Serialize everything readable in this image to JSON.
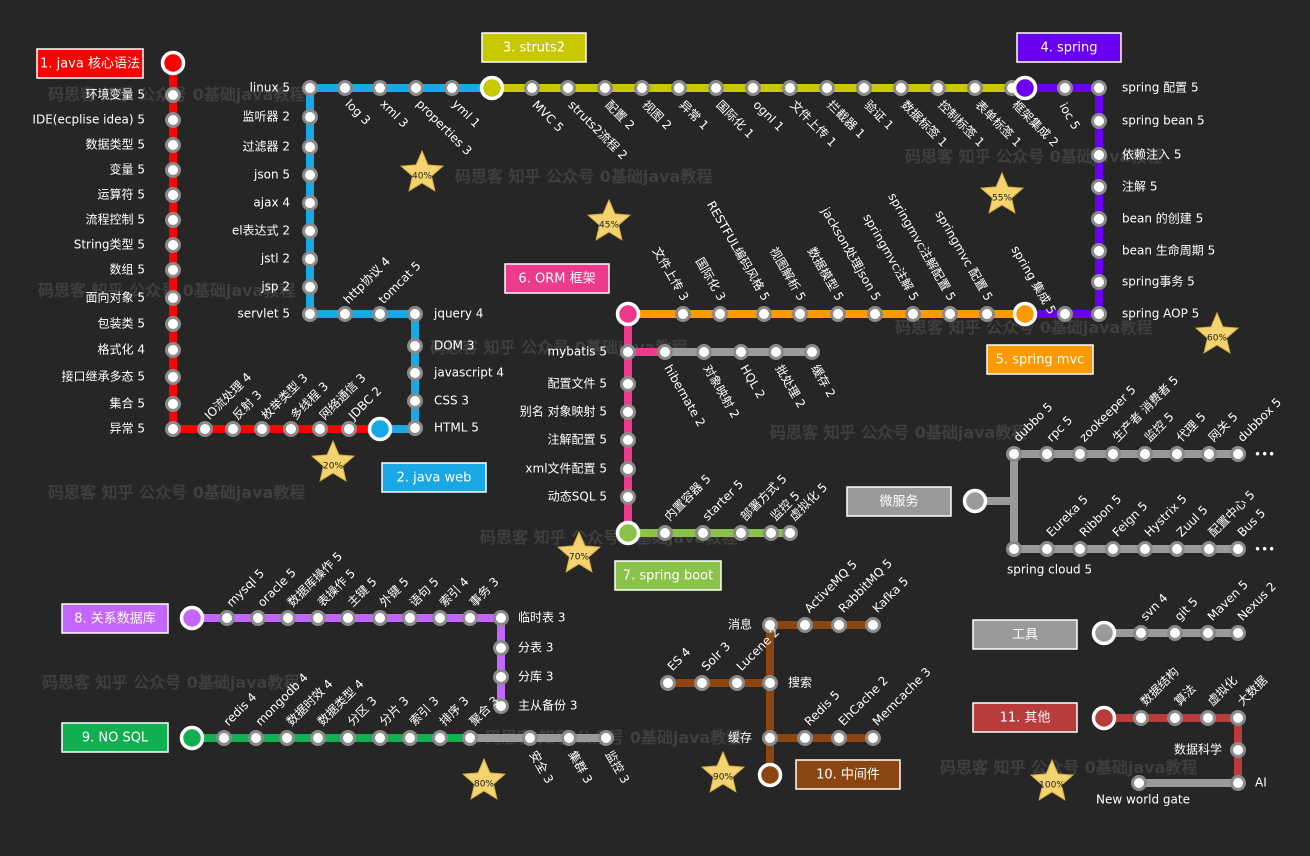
{
  "watermark": "码思客 知乎 公众号 0基础java教程",
  "more_glyph": "•••",
  "lines": [
    {
      "id": "java",
      "label": "1. java 核心语法",
      "color": "#ff0000",
      "text_color": "#ffffff",
      "stations": [
        "环境变量 5",
        "IDE(ecplise idea) 5",
        "数据类型 5",
        "变量 5",
        "运算符 5",
        "流程控制 5",
        "String类型 5",
        "数组 5",
        "面向对象 5",
        "包装类 5",
        "格式化 4",
        "接口继承多态 5",
        "集合 5",
        "异常 5",
        "IO流处理 4",
        "反射 3",
        "枚举类型 3",
        "多线程 3",
        "网络通信 3",
        "JDBC 2"
      ],
      "progress": "20%"
    },
    {
      "id": "web",
      "label": "2. java web",
      "color": "#18a8e6",
      "text_color": "#ffffff",
      "stations": [
        "linux 5",
        "监听器 2",
        "过滤器 2",
        "json 5",
        "ajax 4",
        "el表达式 2",
        "jstl 2",
        "jsp 2",
        "servlet 5",
        "log 3",
        "xml 3",
        "properties 3",
        "yml 1",
        "http协议 4",
        "tomcat 5",
        "jquery 4",
        "DOM 3",
        "javascript 4",
        "CSS 3",
        "HTML 5"
      ],
      "progress": "40%"
    },
    {
      "id": "struts",
      "label": "3. struts2",
      "color": "#c8c800",
      "text_color": "#ffffff",
      "stations": [
        "MVC 5",
        "struts2流程 2",
        "配置 2",
        "视图 2",
        "异常 1",
        "国际化 1",
        "ognl 1",
        "文件上传 1",
        "拦截器 1",
        "验证 1",
        "数据标签 1",
        "控制标签 1",
        "表单标签 1",
        "框架集成 2"
      ],
      "progress": "45%"
    },
    {
      "id": "spring",
      "label": "4. spring",
      "color": "#6a00f0",
      "text_color": "#ffffff",
      "stations": [
        "ioc 5",
        "spring 配置 5",
        "spring bean 5",
        "依赖注入 5",
        "注解 5",
        "bean 的创建 5",
        "bean 生命周期 5",
        "spring事务 5",
        "spring AOP 5",
        "spring 集成 5"
      ],
      "progress": "55%"
    },
    {
      "id": "springmvc",
      "label": "5. spring mvc",
      "color": "#ff9900",
      "text_color": "#ffffff",
      "stations": [
        "文件上传 3",
        "国际化 3",
        "RESTFUL编码风格 5",
        "视图解析 5",
        "数据模型 5",
        "jackson处理json 5",
        "springmvc注解 5",
        "springmvc注解配置 5",
        "springmvc 配置 5"
      ],
      "progress": "60%"
    },
    {
      "id": "orm",
      "label": "6. ORM 框架",
      "color": "#ee3a8c",
      "text_color": "#ffffff",
      "stations": [
        "mybatis 5",
        "配置文件 5",
        "别名 对象映射 5",
        "注解配置 5",
        "xml文件配置 5",
        "动态SQL 5",
        "hibernate 2",
        "对象映射 2",
        "HQL 2",
        "批处理 2",
        "缓存 2"
      ]
    },
    {
      "id": "springboot",
      "label": "7. spring boot",
      "color": "#8bc34a",
      "text_color": "#ffffff",
      "stations": [
        "内置容器 5",
        "starter 5",
        "部署方式 5",
        "监控 5",
        "虚拟化 5"
      ],
      "progress": "70%"
    },
    {
      "id": "rdb",
      "label": "8. 关系数据库",
      "color": "#c266ff",
      "text_color": "#ffffff",
      "stations": [
        "mysql 5",
        "oracle 5",
        "数据库操作 5",
        "表操作 5",
        "主键 5",
        "外键 5",
        "语句 5",
        "索引 4",
        "事务 3",
        "临时表 3",
        "分表 3",
        "分库 3",
        "主从备份 3"
      ]
    },
    {
      "id": "nosql",
      "label": "9. NO SQL",
      "color": "#10b050",
      "text_color": "#ffffff",
      "stations": [
        "redis 4",
        "mongodb 4",
        "数据时效 4",
        "数据类型 4",
        "分区 3",
        "分片 3",
        "索引 3",
        "排序 3",
        "聚合 3",
        "安全 3",
        "集群 3",
        "监控 3"
      ],
      "progress": "80%"
    },
    {
      "id": "middleware",
      "label": "10. 中间件",
      "color": "#8b4510",
      "text_color": "#ffffff",
      "stations": [
        "消息",
        "ActiveMQ 5",
        "RabbitMQ 5",
        "Kafka 5",
        "搜索",
        "ES 4",
        "Solr 3",
        "Lucene 2",
        "缓存",
        "Redis 5",
        "EhCache 2",
        "Memcache 3"
      ],
      "progress": "90%"
    },
    {
      "id": "other",
      "label": "11. 其他",
      "color": "#b83c3c",
      "text_color": "#ffffff",
      "stations": [
        "数据结构",
        "算法",
        "虚拟化",
        "大数据",
        "数据科学",
        "AI",
        "New world gate"
      ],
      "progress": "100%"
    },
    {
      "id": "micro",
      "label": "微服务",
      "color": "#9a9a9a",
      "text_color": "#ffffff",
      "stations": [
        "dubbo 5",
        "rpc 5",
        "zookeeper 5",
        "生产者 消费者 5",
        "监控 5",
        "代理 5",
        "网关 5",
        "dubbox 5",
        "spring cloud 5",
        "Eureka 5",
        "Ribbon 5",
        "Feign 5",
        "Hystrix 5",
        "Zuul 5",
        "配置中心 5",
        "Bus 5"
      ]
    },
    {
      "id": "tools",
      "label": "工具",
      "color": "#9a9a9a",
      "text_color": "#ffffff",
      "stations": [
        "svn 4",
        "git 5",
        "Maven 5",
        "Nexus 2"
      ]
    }
  ]
}
